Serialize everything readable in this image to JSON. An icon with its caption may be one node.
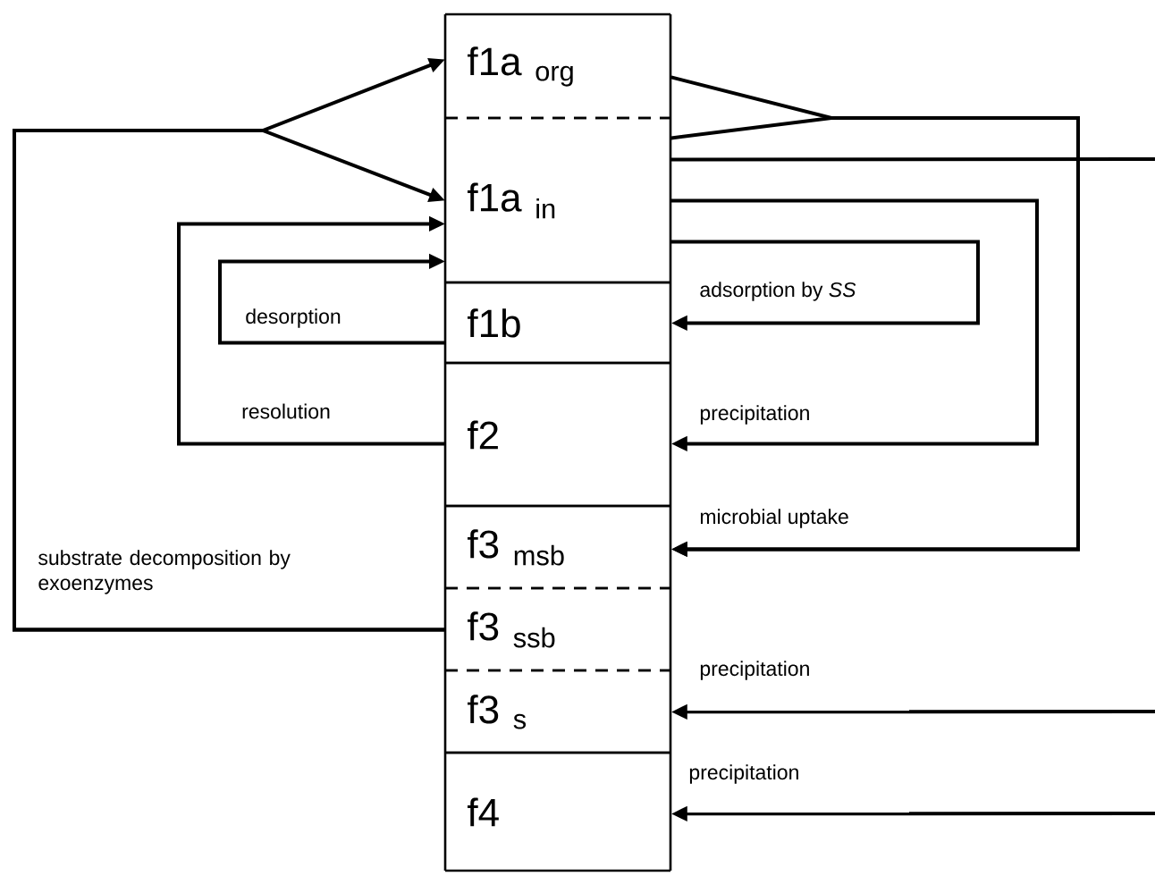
{
  "diagram": {
    "nodes": [
      {
        "text": [
          "f1a $_{org}$"
        ]
      },
      {
        "text": [
          "f1a $_{in}$"
        ]
      },
      {
        "text": [
          "f1b"
        ]
      },
      {
        "text": [
          "f2"
        ]
      },
      {
        "text": [
          "f3 $_{msb}$"
        ]
      },
      {
        "text": [
          "f3 $_{ssb}$"
        ]
      },
      {
        "text": [
          "f3 $_{s}$"
        ]
      },
      {
        "text": [
          "f4"
        ]
      }
    ],
    "edges": [
      {
        "from": 5,
        "to": 0,
        "arrow": "to",
        "label": "substrate decomposition by exoenzymes"
      },
      {
        "from": 5,
        "to": 1,
        "arrow": "to"
      },
      {
        "from": 3,
        "to": 1,
        "arrow": "to",
        "label": "resolution"
      },
      {
        "from": 2,
        "to": 1,
        "arrow": "to",
        "label": "desorption"
      },
      {
        "from": 0,
        "to": 4,
        "arrow": "to",
        "label": "microbial uptake"
      },
      {
        "from": 1,
        "to": 4,
        "arrow": "to"
      },
      {
        "from": 1,
        "to": null,
        "arrow": "none"
      },
      {
        "from": 1,
        "to": 3,
        "arrow": "to",
        "label": "precipitation"
      },
      {
        "from": 1,
        "to": 2,
        "arrow": "to",
        "label": "adsorption by *SS*"
      },
      {
        "from": null,
        "to": 6,
        "arrow": "to",
        "label": "precipitation"
      },
      {
        "from": null,
        "to": 7,
        "arrow": "to",
        "label": "precipitation"
      }
    ]
  }
}
